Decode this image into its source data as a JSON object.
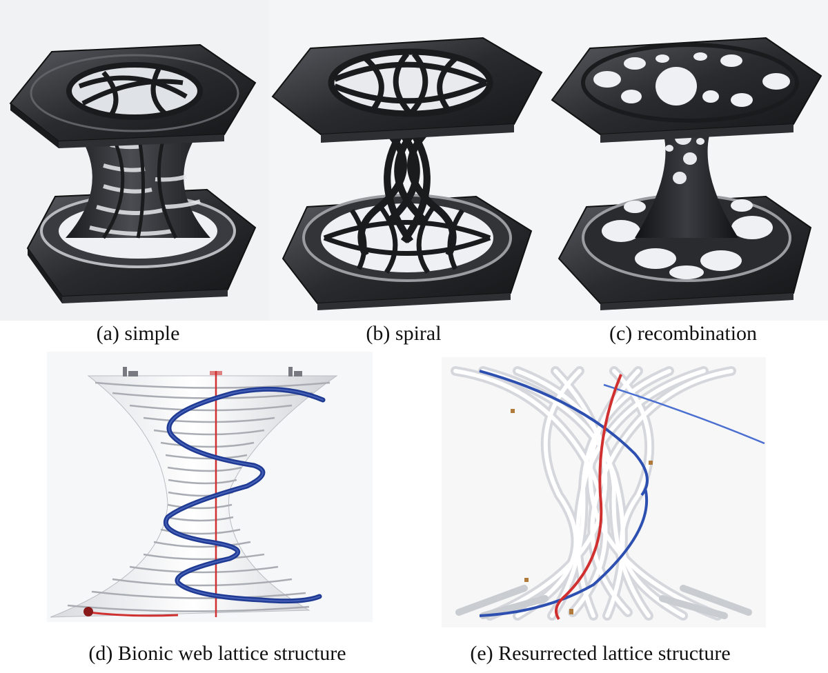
{
  "figure": {
    "panels": [
      {
        "id": "a",
        "caption": "(a) simple",
        "render": "black hexagonal hourglass lattice with simple curved struts"
      },
      {
        "id": "b",
        "caption": "(b) spiral",
        "render": "black hexagonal hourglass lattice with crossed spiral struts"
      },
      {
        "id": "c",
        "caption": "(c) recombination",
        "render": "black hexagonal hourglass lattice with perforated tube"
      },
      {
        "id": "d",
        "caption": "(d) Bionic web lattice structure",
        "render": "white helical ribbon lattice with blue spiral and red axis"
      },
      {
        "id": "e",
        "caption": "(e) Resurrected lattice structure",
        "render": "white interwoven tube lattice with blue and red strands"
      }
    ],
    "colors": {
      "metal_dark": "#2a2b2e",
      "metal_edge": "#111214",
      "highlight": "#9a9ca2",
      "white_strut": "#f3f4f6",
      "blue_strand": "#1f3a93",
      "red_strand": "#d03030"
    }
  }
}
